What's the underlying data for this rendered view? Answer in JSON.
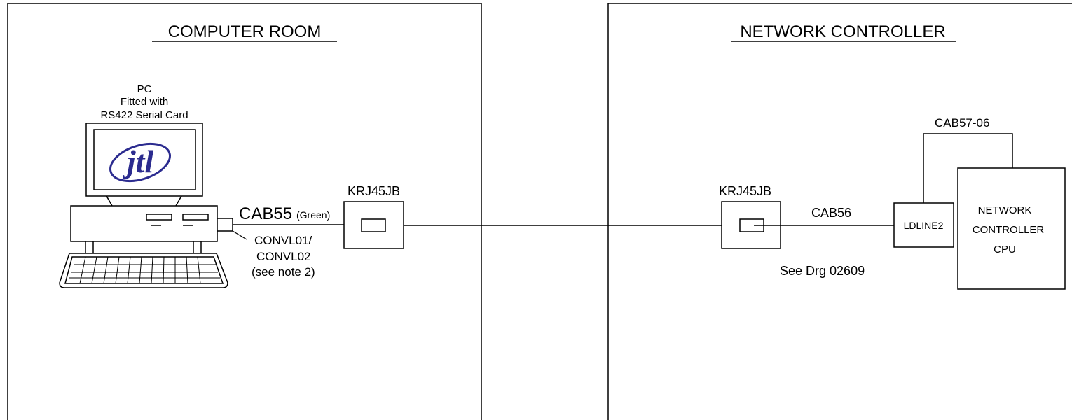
{
  "computer_room": {
    "title": "COMPUTER ROOM",
    "pc_label": [
      "PC",
      "Fitted with",
      "RS422 Serial Card"
    ],
    "logo_text": "jtl",
    "cable_label": "CAB55",
    "cable_color_note": "(Green)",
    "converter_label": [
      "CONVL01/",
      "CONVL02",
      "(see note 2)"
    ],
    "junction_box_label": "KRJ45JB"
  },
  "network_controller": {
    "title": "NETWORK CONTROLLER",
    "junction_box_label": "KRJ45JB",
    "cable_label": "CAB56",
    "ldline_label": "LDLINE2",
    "cpu_label": [
      "NETWORK",
      "CONTROLLER",
      "CPU"
    ],
    "loop_cable_label": "CAB57-06",
    "drawing_ref": "See Drg 02609"
  },
  "colors": {
    "line": "#000000",
    "background": "#ffffff",
    "logo": "#2b2b8f"
  }
}
